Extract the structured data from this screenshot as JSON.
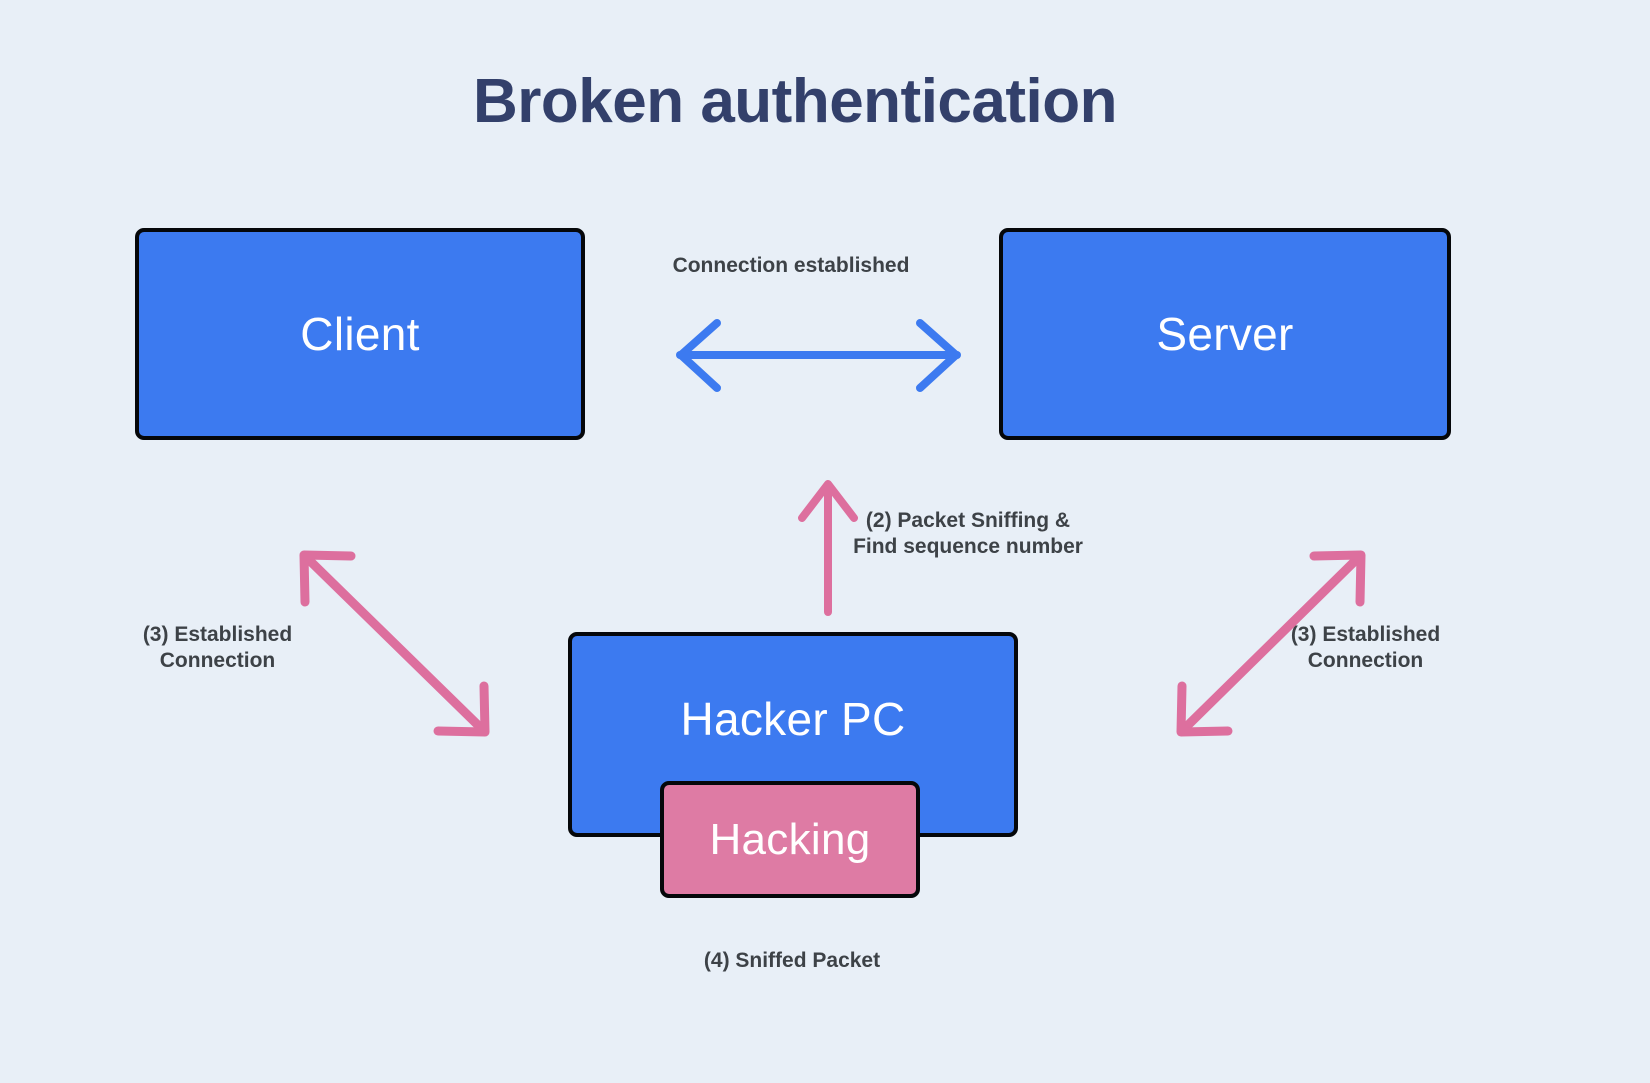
{
  "page": {
    "title": "Broken authentication",
    "background_color": "#e8eff7",
    "title_color": "#33406b"
  },
  "colors": {
    "node_blue": "#3c7af0",
    "node_pink": "#de7ba4",
    "node_border": "#05070a",
    "arrow_blue": "#3c7af0",
    "arrow_pink": "#dd6f9e",
    "label_text": "#3d4247"
  },
  "nodes": {
    "client": {
      "label": "Client",
      "fill": "#3c7af0"
    },
    "server": {
      "label": "Server",
      "fill": "#3c7af0"
    },
    "hacker_pc": {
      "label": "Hacker PC",
      "fill": "#3c7af0"
    },
    "hacking": {
      "label": "Hacking",
      "fill": "#de7ba4"
    }
  },
  "edges": {
    "connection_established": {
      "label": "Connection established",
      "color": "#3c7af0",
      "direction": "bidirectional",
      "from": "client",
      "to": "server"
    },
    "packet_sniffing": {
      "label": "(2) Packet Sniffing &\nFind sequence number",
      "color": "#dd6f9e",
      "direction": "up",
      "from": "hacker_pc",
      "to": "connection_link"
    },
    "established_left": {
      "label": "(3) Established\nConnection",
      "color": "#dd6f9e",
      "direction": "bidirectional",
      "from": "client",
      "to": "hacker_pc"
    },
    "established_right": {
      "label": "(3) Established\nConnection",
      "color": "#dd6f9e",
      "direction": "bidirectional",
      "from": "hacker_pc",
      "to": "server"
    },
    "sniffed_packet": {
      "label": "(4) Sniffed Packet",
      "color": "#3d4247"
    }
  }
}
